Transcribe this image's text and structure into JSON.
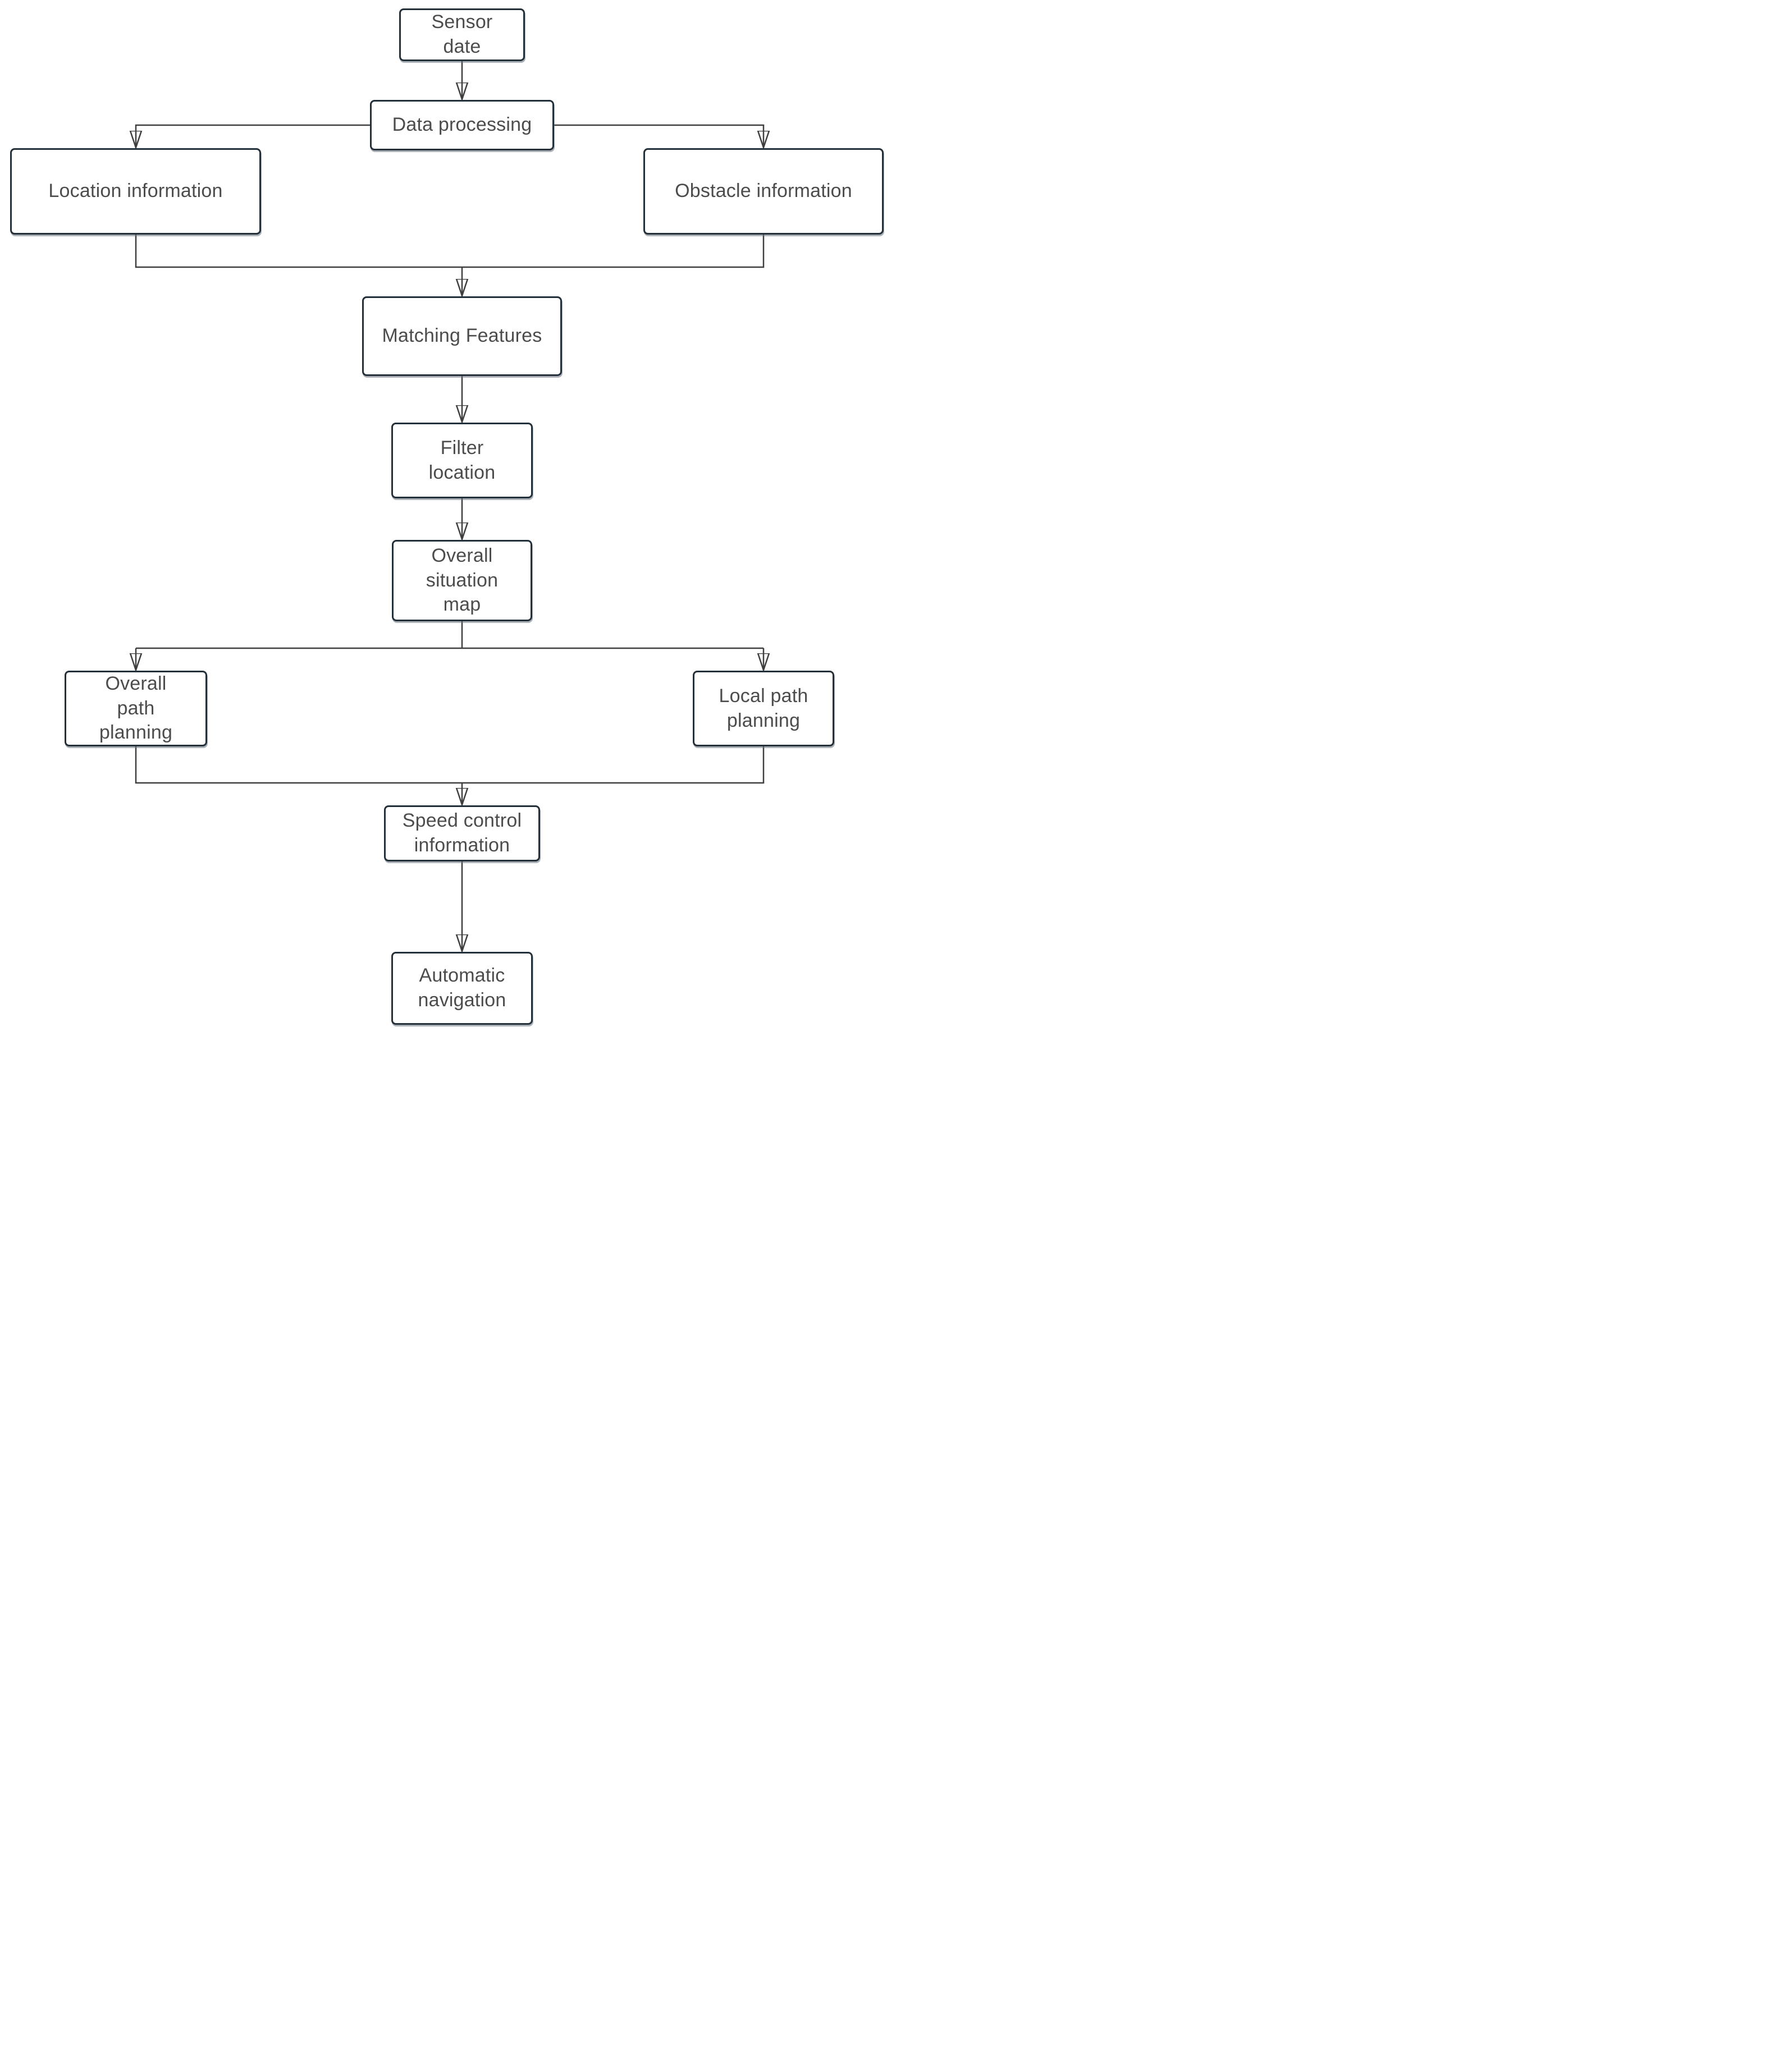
{
  "diagram": {
    "type": "flowchart",
    "nodes": [
      {
        "id": "sensor-date",
        "label": "Sensor\ndate"
      },
      {
        "id": "data-processing",
        "label": "Data processing"
      },
      {
        "id": "location-information",
        "label": "Location information"
      },
      {
        "id": "obstacle-information",
        "label": "Obstacle information"
      },
      {
        "id": "matching-features",
        "label": "Matching Features"
      },
      {
        "id": "filter-location",
        "label": "Filter\nlocation"
      },
      {
        "id": "overall-situation-map",
        "label": "Overall\nsituation\nmap"
      },
      {
        "id": "overall-path-planning",
        "label": "Overall\npath\nplanning"
      },
      {
        "id": "local-path-planning",
        "label": "Local path\nplanning"
      },
      {
        "id": "speed-control-information",
        "label": "Speed control\ninformation"
      },
      {
        "id": "automatic-navigation",
        "label": "Automatic\nnavigation"
      }
    ],
    "edges": [
      {
        "from": "sensor-date",
        "to": "data-processing"
      },
      {
        "from": "data-processing",
        "to": "location-information"
      },
      {
        "from": "data-processing",
        "to": "obstacle-information"
      },
      {
        "from": "location-information",
        "to": "matching-features"
      },
      {
        "from": "obstacle-information",
        "to": "matching-features"
      },
      {
        "from": "matching-features",
        "to": "filter-location"
      },
      {
        "from": "filter-location",
        "to": "overall-situation-map"
      },
      {
        "from": "overall-situation-map",
        "to": "overall-path-planning"
      },
      {
        "from": "overall-situation-map",
        "to": "local-path-planning"
      },
      {
        "from": "overall-path-planning",
        "to": "speed-control-information"
      },
      {
        "from": "local-path-planning",
        "to": "speed-control-information"
      },
      {
        "from": "speed-control-information",
        "to": "automatic-navigation"
      }
    ],
    "colors": {
      "background": "#ffffff",
      "node_fill": "#ffffff",
      "node_border": "#243039",
      "connector_line": "#3e3e3e",
      "arrowhead": "#2f2f2f",
      "label_text": "#4c4c4c"
    }
  }
}
